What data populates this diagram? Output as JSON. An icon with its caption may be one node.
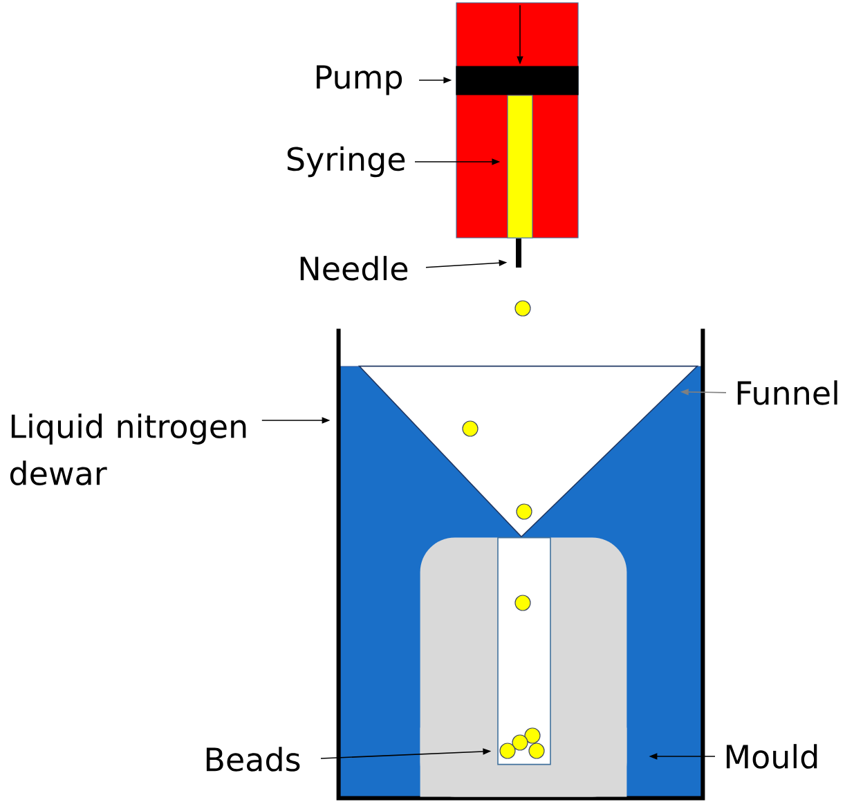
{
  "diagram": {
    "nodes": [
      {
        "text": [
          "Pump"
        ]
      },
      {
        "text": [],
        "shape": "box"
      },
      {
        "text": [
          "Syringe"
        ]
      },
      {
        "text": [],
        "shape": "bar",
        "in": 1
      },
      {
        "text": [
          "Needle"
        ]
      },
      {
        "text": [],
        "shape": "bar"
      },
      {
        "text": [],
        "shape": "circle"
      },
      {
        "text": [
          "Liquid nitrogen dewar"
        ]
      },
      {
        "text": [],
        "shape": "container"
      },
      {
        "text": [
          "Funnel"
        ]
      },
      {
        "text": [],
        "shape": "triangle",
        "in": 8
      },
      {
        "text": [],
        "shape": "circle",
        "in": 10
      },
      {
        "text": [],
        "shape": "circle",
        "in": 10
      },
      {
        "text": [],
        "shape": "box",
        "in": 8
      },
      {
        "text": [],
        "shape": "circle",
        "in": 13
      },
      {
        "text": [],
        "shape": "circle",
        "in": 13
      },
      {
        "text": [],
        "shape": "circle",
        "in": 13
      },
      {
        "text": [
          "Beads"
        ]
      },
      {
        "text": [],
        "shape": "circle",
        "in": 13
      },
      {
        "text": [],
        "shape": "circle",
        "in": 13
      },
      {
        "text": [
          "Mould"
        ]
      }
    ],
    "edges": [
      {
        "from": 0,
        "to": 1,
        "arrow": "to"
      },
      {
        "from": 2,
        "to": 3,
        "arrow": "to"
      },
      {
        "from": 4,
        "to": 5,
        "arrow": "to"
      },
      {
        "from": 7,
        "to": 8,
        "arrow": "to"
      },
      {
        "from": 9,
        "to": 10,
        "arrow": "to",
        "color": "#808080"
      },
      {
        "from": 17,
        "to": 18,
        "arrow": "to"
      },
      {
        "from": 20,
        "to": 13,
        "arrow": "to"
      }
    ]
  }
}
